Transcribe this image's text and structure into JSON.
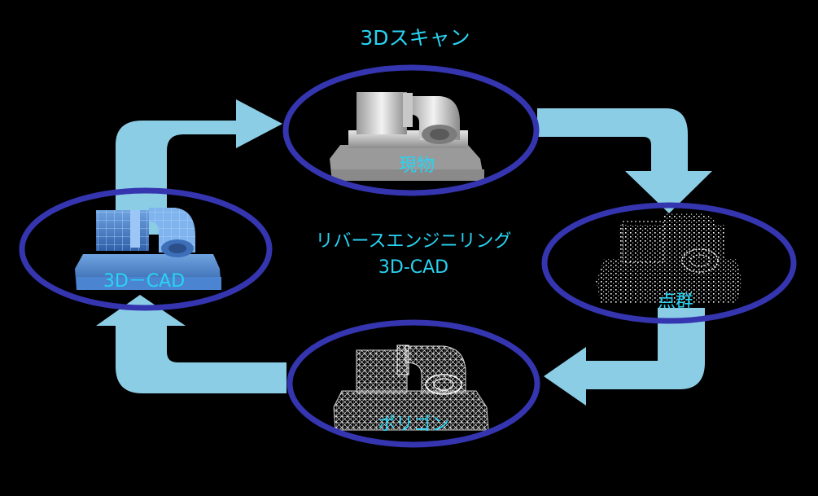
{
  "title": "3Dスキャン",
  "center_label": {
    "line1": "リバースエンジニリング",
    "line2": "3D-CAD"
  },
  "nodes": {
    "physical": {
      "label": "現物"
    },
    "point_cloud": {
      "label": "点群"
    },
    "polygon": {
      "label": "ポリゴン"
    },
    "cad": {
      "label": "3D－CAD"
    }
  },
  "colors": {
    "background": "#000000",
    "label": "#29d3f2",
    "ring": "#3535b0",
    "arrow": "#8ccde6"
  },
  "icons": {
    "physical": "solid-gray-part-icon",
    "point_cloud": "point-cloud-part-icon",
    "polygon": "wireframe-mesh-part-icon",
    "cad": "blue-cad-model-icon"
  }
}
